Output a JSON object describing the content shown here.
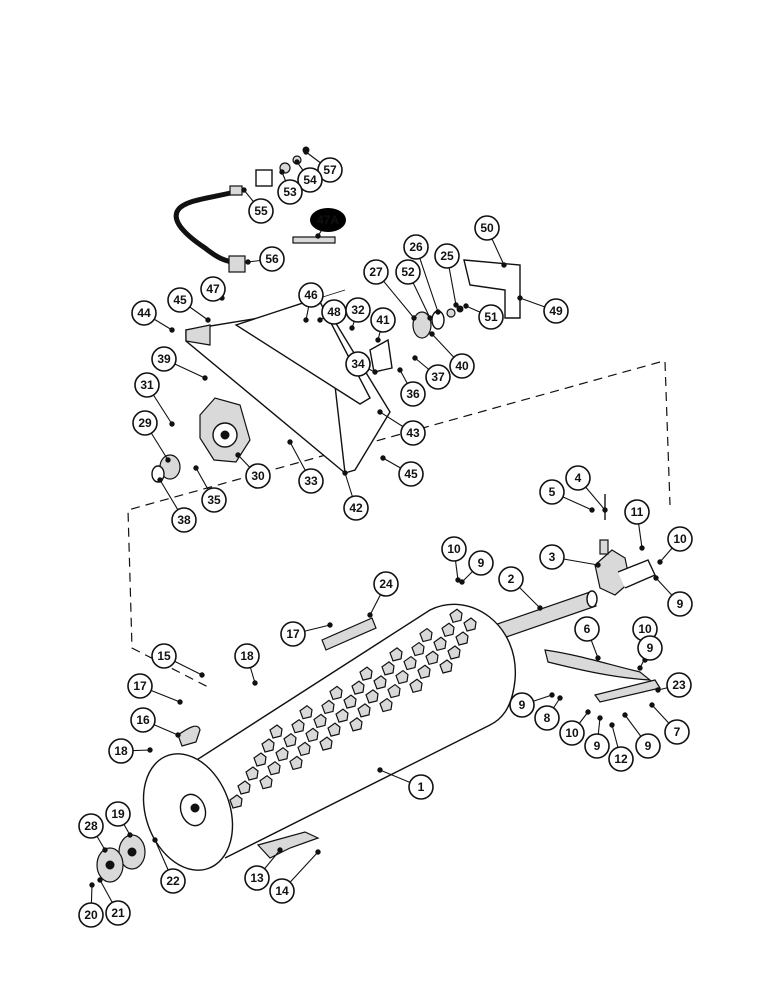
{
  "diagram": {
    "callouts": [
      {
        "id": "c57",
        "label": "57"
      },
      {
        "id": "c54",
        "label": "54"
      },
      {
        "id": "c53",
        "label": "53"
      },
      {
        "id": "c55",
        "label": "55"
      },
      {
        "id": "c56",
        "label": "56"
      },
      {
        "id": "c47A",
        "label": "47A"
      },
      {
        "id": "c50",
        "label": "50"
      },
      {
        "id": "c26",
        "label": "26"
      },
      {
        "id": "c25",
        "label": "25"
      },
      {
        "id": "c27",
        "label": "27"
      },
      {
        "id": "c52",
        "label": "52"
      },
      {
        "id": "c49",
        "label": "49"
      },
      {
        "id": "c51",
        "label": "51"
      },
      {
        "id": "c40",
        "label": "40"
      },
      {
        "id": "c47",
        "label": "47"
      },
      {
        "id": "c46",
        "label": "46"
      },
      {
        "id": "c45a",
        "label": "45"
      },
      {
        "id": "c44",
        "label": "44"
      },
      {
        "id": "c48",
        "label": "48"
      },
      {
        "id": "c32",
        "label": "32"
      },
      {
        "id": "c41",
        "label": "41"
      },
      {
        "id": "c34",
        "label": "34"
      },
      {
        "id": "c37",
        "label": "37"
      },
      {
        "id": "c36",
        "label": "36"
      },
      {
        "id": "c39",
        "label": "39"
      },
      {
        "id": "c31",
        "label": "31"
      },
      {
        "id": "c43",
        "label": "43"
      },
      {
        "id": "c29",
        "label": "29"
      },
      {
        "id": "c30",
        "label": "30"
      },
      {
        "id": "c33",
        "label": "33"
      },
      {
        "id": "c45b",
        "label": "45"
      },
      {
        "id": "c35",
        "label": "35"
      },
      {
        "id": "c42",
        "label": "42"
      },
      {
        "id": "c38",
        "label": "38"
      },
      {
        "id": "c4",
        "label": "4"
      },
      {
        "id": "c5",
        "label": "5"
      },
      {
        "id": "c11",
        "label": "11"
      },
      {
        "id": "c10a",
        "label": "10"
      },
      {
        "id": "c10b",
        "label": "10"
      },
      {
        "id": "c9a",
        "label": "9"
      },
      {
        "id": "c3",
        "label": "3"
      },
      {
        "id": "c9b",
        "label": "9"
      },
      {
        "id": "c2",
        "label": "2"
      },
      {
        "id": "c24",
        "label": "24"
      },
      {
        "id": "c17a",
        "label": "17"
      },
      {
        "id": "c6",
        "label": "6"
      },
      {
        "id": "c10c",
        "label": "10"
      },
      {
        "id": "c9c",
        "label": "9"
      },
      {
        "id": "c15",
        "label": "15"
      },
      {
        "id": "c18a",
        "label": "18"
      },
      {
        "id": "c17b",
        "label": "17"
      },
      {
        "id": "c23",
        "label": "23"
      },
      {
        "id": "c9d",
        "label": "9"
      },
      {
        "id": "c8",
        "label": "8"
      },
      {
        "id": "c7",
        "label": "7"
      },
      {
        "id": "c16",
        "label": "16"
      },
      {
        "id": "c10d",
        "label": "10"
      },
      {
        "id": "c9e",
        "label": "9"
      },
      {
        "id": "c12",
        "label": "12"
      },
      {
        "id": "c9f",
        "label": "9"
      },
      {
        "id": "c18b",
        "label": "18"
      },
      {
        "id": "c1",
        "label": "1"
      },
      {
        "id": "c28",
        "label": "28"
      },
      {
        "id": "c19",
        "label": "19"
      },
      {
        "id": "c22",
        "label": "22"
      },
      {
        "id": "c13",
        "label": "13"
      },
      {
        "id": "c14",
        "label": "14"
      },
      {
        "id": "c20",
        "label": "20"
      },
      {
        "id": "c21",
        "label": "21"
      }
    ]
  }
}
